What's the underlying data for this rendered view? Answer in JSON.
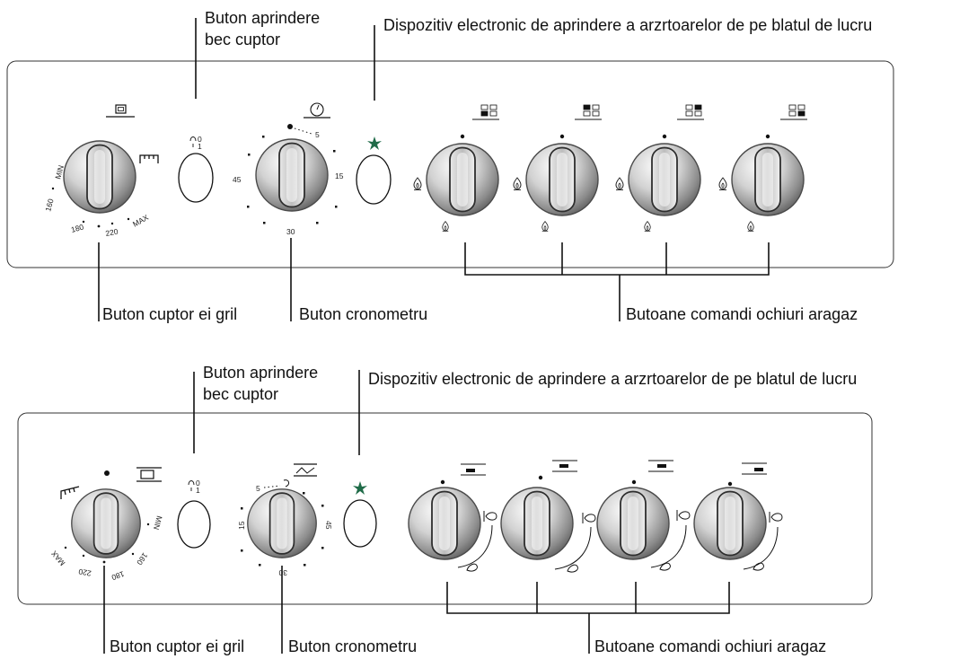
{
  "panels": [
    {
      "callouts": {
        "light_button": [
          "Buton aprindere",
          "bec cuptor"
        ],
        "ignition": "Dispozitiv electronic de aprindere a arzrtoarelor de pe blatul de lucru",
        "oven_knob": "Buton cuptor еi gril",
        "timer_knob": "Buton cronometru",
        "burner_knobs": "Butoane comandi ochiuri aragaz"
      },
      "oven_scale": [
        "MIN",
        "160",
        "180",
        "220",
        "MAX"
      ],
      "timer_scale": [
        "5",
        "15",
        "30",
        "45"
      ],
      "light_symbol": [
        "0",
        "1"
      ]
    },
    {
      "callouts": {
        "light_button": [
          "Buton aprindere",
          "bec cuptor"
        ],
        "ignition": "Dispozitiv electronic de aprindere a arzrtoarelor de pe blatul de lucru",
        "oven_knob": "Buton cuptor еi gril",
        "timer_knob": "Buton cronometru",
        "burner_knobs": "Butoane comandi ochiuri aragaz"
      },
      "oven_scale": [
        "MIN",
        "160",
        "180",
        "220",
        "MAX"
      ],
      "timer_scale": [
        "5",
        "15",
        "30",
        "45"
      ],
      "light_symbol": [
        "0",
        "1"
      ]
    }
  ],
  "colors": {
    "outline": "#111111",
    "knob_light": "#f4f4f4",
    "knob_mid": "#b9b9b9",
    "knob_dark": "#6e6e6e",
    "ignition_symbol": "#1f6b48"
  }
}
